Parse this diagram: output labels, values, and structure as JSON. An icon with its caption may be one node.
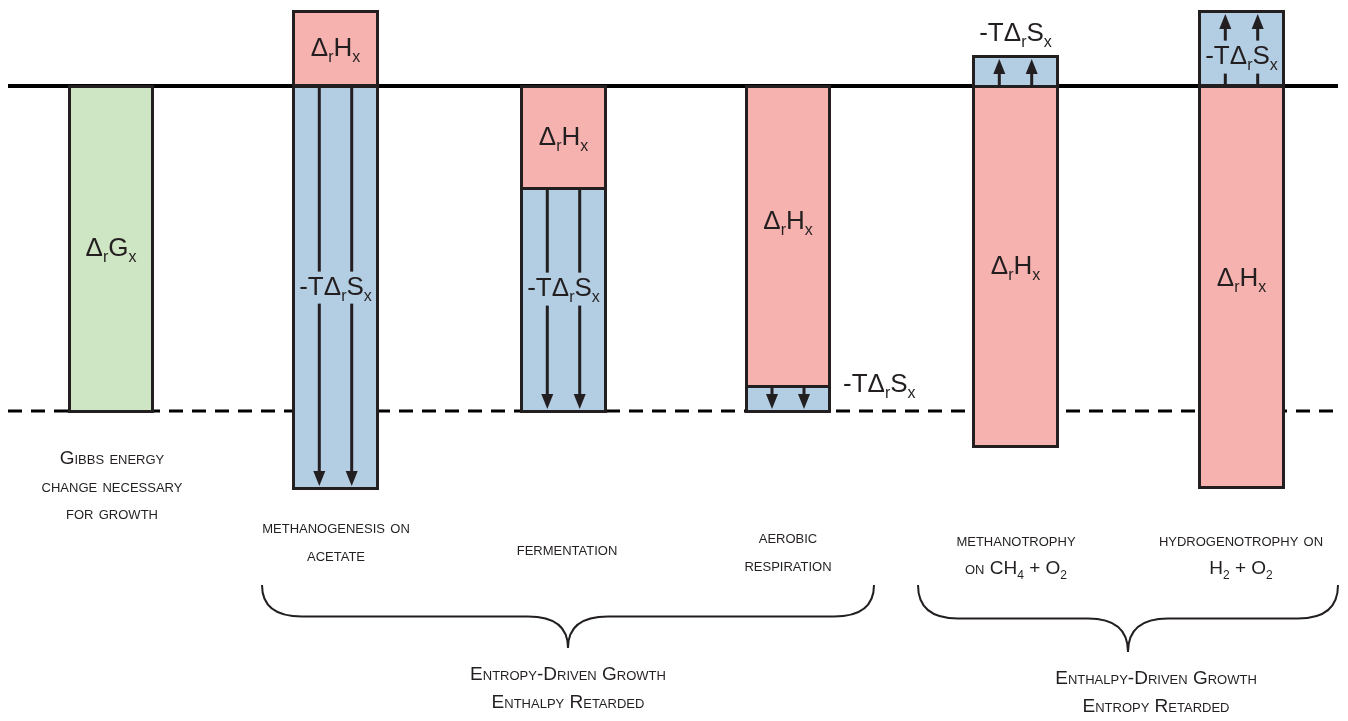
{
  "diagram": {
    "nodes": [
      {
        "text": [
          "Δ$_{r}$G$_{x}$"
        ]
      },
      {
        "text": [
          "Δ$_{r}$H$_{x}$"
        ]
      },
      {
        "text": [
          "-TΔ$_{r}$S$_{x}$"
        ]
      },
      {
        "text": [
          "Δ$_{r}$H$_{x}$"
        ]
      },
      {
        "text": [
          "-TΔ$_{r}$S$_{x}$"
        ]
      },
      {
        "text": [
          "Δ$_{r}$H$_{x}$"
        ]
      },
      {
        "text": [],
        "shape": "bar",
        "beside": [
          "-TΔ$_{r}$S$_{x}$"
        ]
      },
      {
        "text": [
          "-TΔ$_{r}$S$_{x}$"
        ]
      },
      {
        "text": [
          "Δ$_{r}$H$_{x}$"
        ]
      },
      {
        "text": [
          "-TΔ$_{r}$S$_{x}$"
        ]
      },
      {
        "text": [
          "Δ$_{r}$H$_{x}$"
        ]
      }
    ],
    "labels": [
      "Gibbs energy change necessary for growth",
      "methanogenesis on acetate",
      "fermentation",
      "aerobic respiration",
      "methanotrophy on CH$_{4}$ + O$_{2}$",
      "hydrogenotrophy on H$_{2}$ + O$_{2}$",
      "Entropy-Driven Growth Enthalpy Retarded",
      "Enthalpy-Driven Growth Entropy Retarded"
    ]
  }
}
